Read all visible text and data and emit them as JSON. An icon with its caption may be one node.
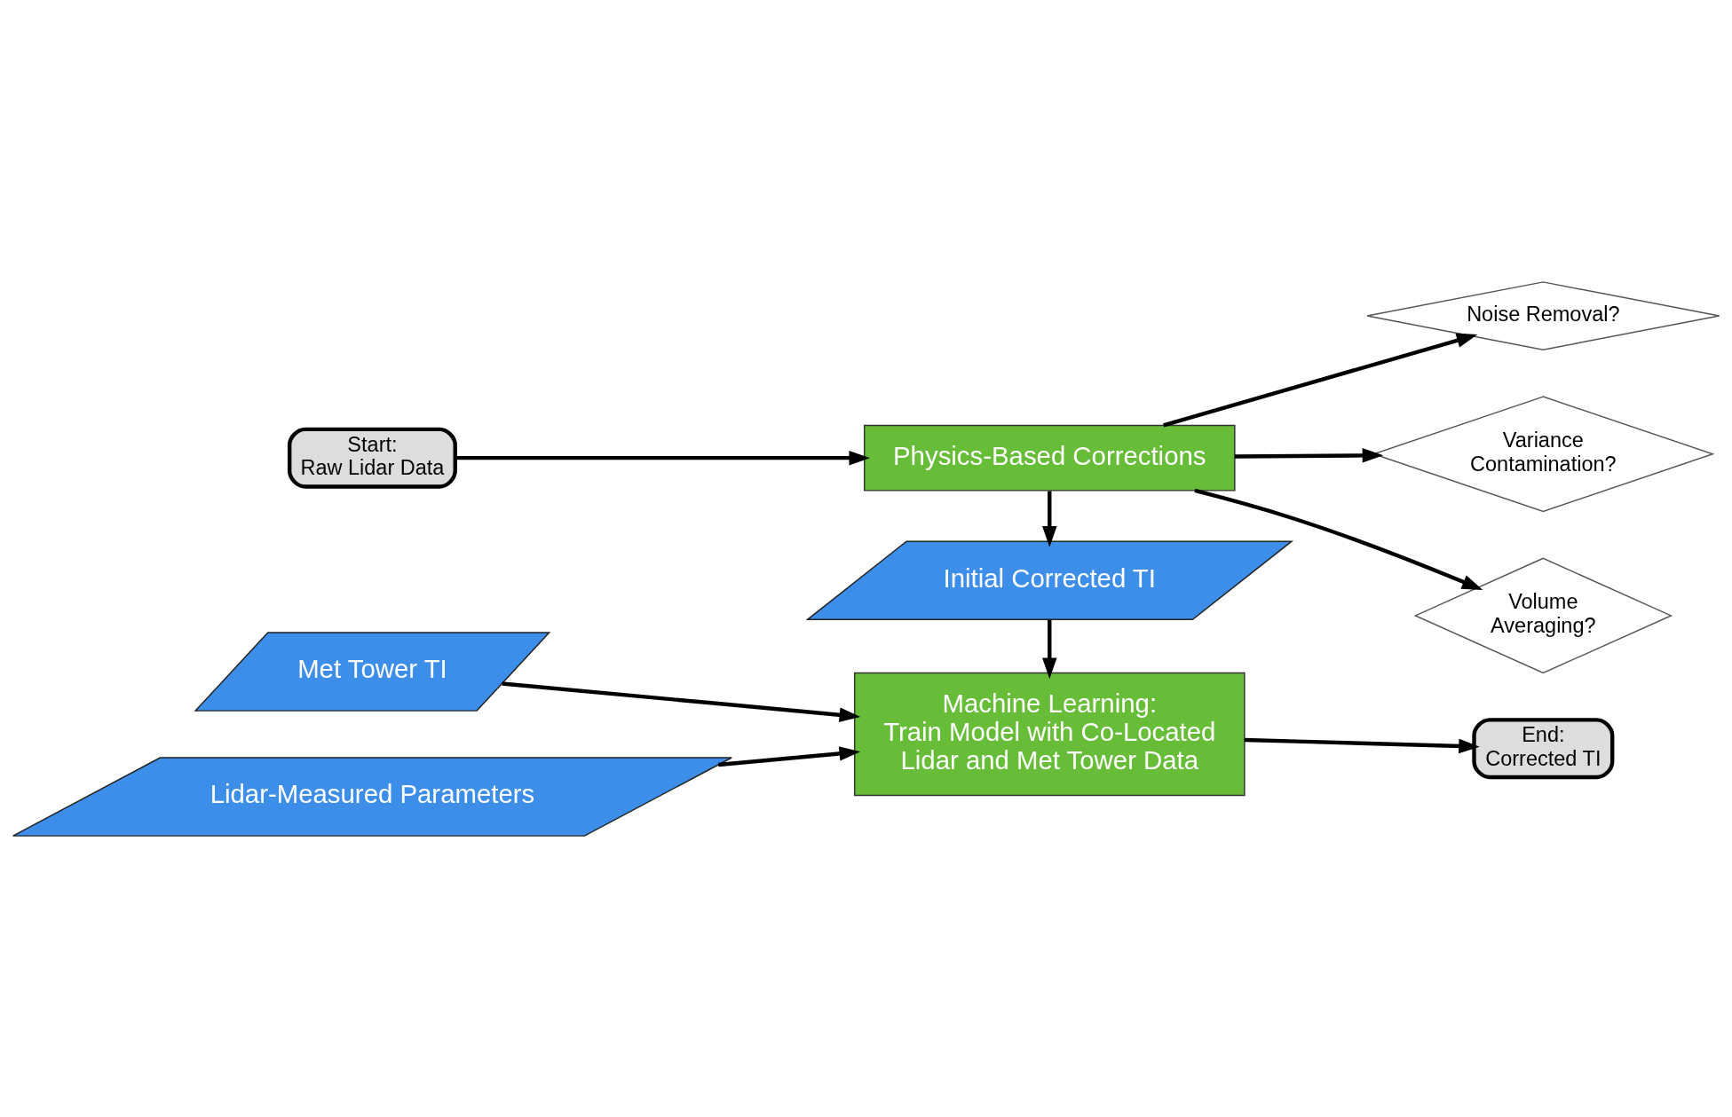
{
  "diagram": {
    "nodes": [
      {
        "text": [
          "Start:",
          "Raw Lidar Data"
        ]
      },
      {
        "text": [
          "Physics-Based Corrections"
        ]
      },
      {
        "text": [
          "Noise Removal?"
        ]
      },
      {
        "text": [
          "Variance Contamination?"
        ]
      },
      {
        "text": [
          "Volume Averaging?"
        ]
      },
      {
        "text": [
          "Initial Corrected TI"
        ]
      },
      {
        "text": [
          "Met Tower TI"
        ]
      },
      {
        "text": [
          "Machine Learning:",
          "Train Model with Co-Located Lidar and Met Tower Data"
        ]
      },
      {
        "text": [
          "Lidar-Measured Parameters"
        ]
      },
      {
        "text": [
          "End:",
          "Corrected TI"
        ]
      }
    ],
    "edges": [
      {
        "from": 0,
        "to": 1,
        "arrow": "to"
      },
      {
        "from": 1,
        "to": 2,
        "arrow": "to"
      },
      {
        "from": 1,
        "to": 3,
        "arrow": "to"
      },
      {
        "from": 1,
        "to": 4,
        "arrow": "to"
      },
      {
        "from": 1,
        "to": 5,
        "arrow": "to"
      },
      {
        "from": 5,
        "to": 7,
        "arrow": "to"
      },
      {
        "from": 6,
        "to": 7,
        "arrow": "to"
      },
      {
        "from": 8,
        "to": 7,
        "arrow": "to"
      },
      {
        "from": 7,
        "to": 9,
        "arrow": "to"
      }
    ]
  }
}
